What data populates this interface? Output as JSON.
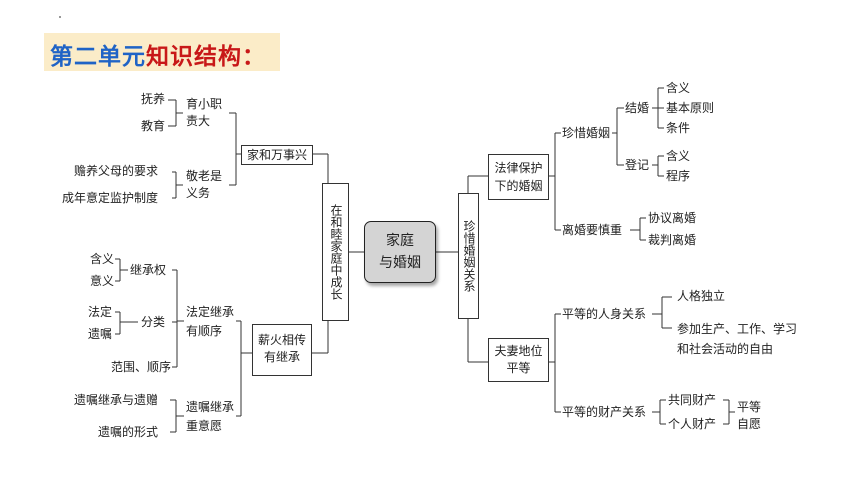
{
  "title": {
    "prefix": "第二单元",
    "highlight": "知识结构："
  },
  "center": {
    "label": "家庭\n与婚姻"
  },
  "left": {
    "main": "在和睦家庭中成长",
    "jiahe": {
      "title": "家和万事兴",
      "g1": {
        "label": "育小职\n责大",
        "items": [
          "抚养",
          "教育"
        ]
      },
      "g2": {
        "label": "敬老是\n义务",
        "items": [
          "赡养父母的要求",
          "成年意定监护制度"
        ]
      }
    },
    "xinhuo": {
      "title": "薪火相传\n有继承",
      "fading": {
        "label": "法定继承\n有顺序",
        "jicheng": {
          "label": "继承权",
          "items": [
            "含义",
            "意义"
          ]
        },
        "fenlei": {
          "label": "分类",
          "items": [
            "法定",
            "遗嘱"
          ]
        },
        "fanwei": "范围、顺序"
      },
      "yizhu": {
        "label": "遗嘱继承\n重意愿",
        "items": [
          "遗嘱继承与遗赠",
          "遗嘱的形式"
        ]
      }
    }
  },
  "right": {
    "main": "珍惜婚姻关系",
    "falv": {
      "title": "法律保护\n下的婚姻",
      "zhenxi": {
        "label": "珍惜婚姻",
        "jiehun": {
          "label": "结婚",
          "items": [
            "含义",
            "基本原则",
            "条件"
          ]
        },
        "dengji": {
          "label": "登记",
          "items": [
            "含义",
            "程序"
          ]
        }
      },
      "lihun": {
        "label": "离婚要慎重",
        "items": [
          "协议离婚",
          "裁判离婚"
        ]
      }
    },
    "fuqi": {
      "title": "夫妻地位\n平等",
      "renshen": {
        "label": "平等的人身关系",
        "items": [
          "人格独立",
          "参加生产、工作、学习\n和社会活动的自由"
        ]
      },
      "caichan": {
        "label": "平等的财产关系",
        "items": [
          "共同财产",
          "个人财产"
        ],
        "result": "平等\n自愿"
      }
    }
  }
}
